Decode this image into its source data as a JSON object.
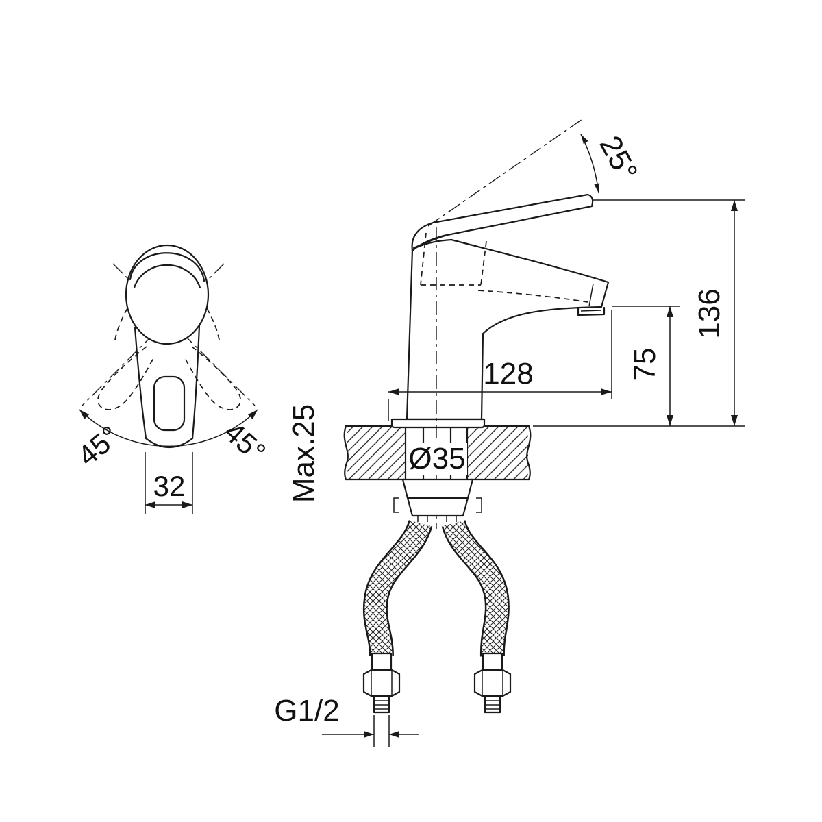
{
  "page": {
    "background": "#ffffff",
    "line_color": "#1a1a1a"
  },
  "labels": {
    "lever_angle": "25°",
    "overall_height": "136",
    "spout_height": "75",
    "body_depth": "128",
    "mounting_hole_diameter": "Ø35",
    "max_deck_thickness": "Max.25",
    "handle_width": "32",
    "swing_angle_left": "45°",
    "swing_angle_right": "45°",
    "supply_thread": "G1/2"
  }
}
